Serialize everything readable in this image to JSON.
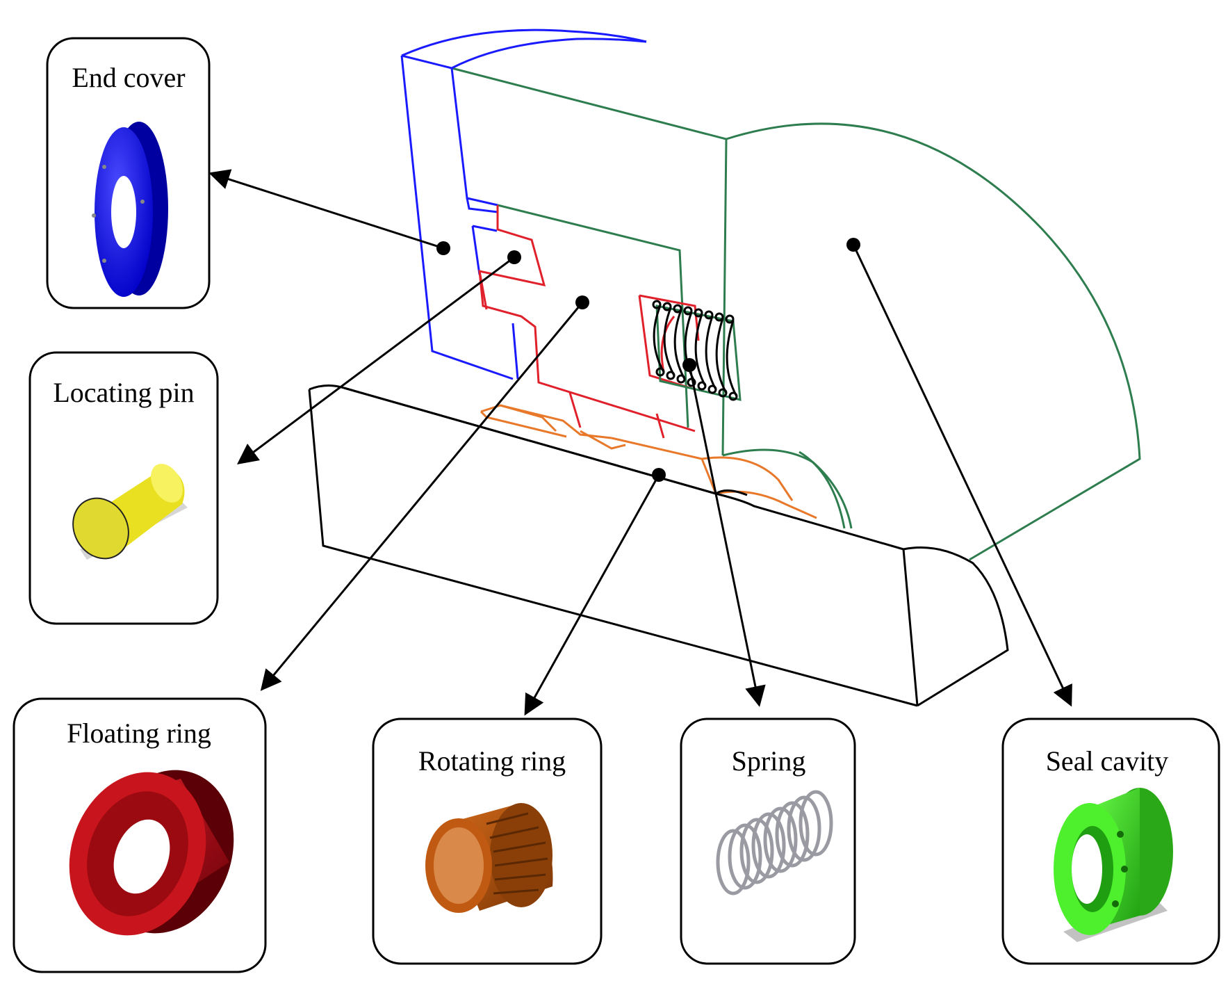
{
  "components": [
    {
      "id": "end-cover",
      "label": "End cover",
      "color": "#1f1fff"
    },
    {
      "id": "locating-pin",
      "label": "Locating pin",
      "color": "#f2ea3c"
    },
    {
      "id": "floating-ring",
      "label": "Floating ring",
      "color": "#c0141a"
    },
    {
      "id": "rotating-ring",
      "label": "Rotating ring",
      "color": "#b2560f"
    },
    {
      "id": "spring",
      "label": "Spring",
      "color": "#d8d8dc"
    },
    {
      "id": "seal-cavity",
      "label": "Seal cavity",
      "color": "#3fe02a"
    }
  ],
  "assembly_colors": {
    "end_cover": "#1a1aff",
    "floating_ring": "#e0202a",
    "rotating_ring": "#e8782a",
    "seal_cavity": "#2e7d4f",
    "shaft": "#000000"
  }
}
